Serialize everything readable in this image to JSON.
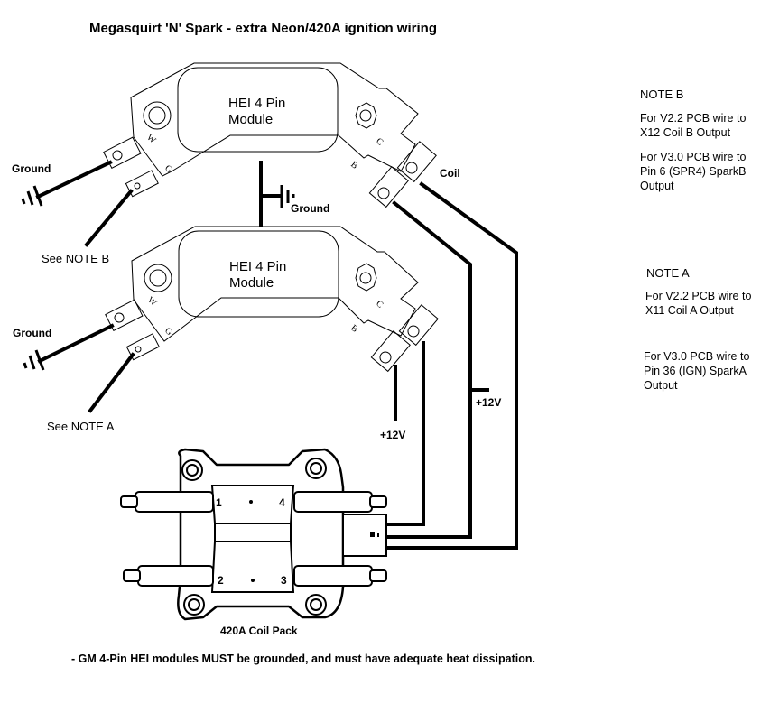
{
  "title": "Megasquirt 'N' Spark - extra Neon/420A ignition wiring",
  "modules": [
    {
      "label": "HEI 4 Pin\nModule",
      "pins": {
        "w": "W",
        "g": "G",
        "b": "B",
        "c": "C"
      }
    },
    {
      "label": "HEI 4 Pin\nModule",
      "pins": {
        "w": "W",
        "g": "G",
        "b": "B",
        "c": "C"
      }
    }
  ],
  "labels": {
    "ground_top": "Ground",
    "ground_middle": "Ground",
    "ground_bottom": "Ground",
    "see_note_b": "See NOTE B",
    "see_note_a": "See NOTE A",
    "coil": "Coil",
    "plus12v_a": "+12V",
    "plus12v_b": "+12V",
    "coil_pack": "420A Coil Pack"
  },
  "coil_pack": {
    "towers": [
      "1",
      "4",
      "2",
      "3"
    ]
  },
  "notes": {
    "note_b": {
      "heading": "NOTE B",
      "v22": "For V2.2 PCB wire to\nX12 Coil B Output",
      "v30": "For V3.0 PCB wire to\nPin 6  (SPR4) SparkB\nOutput"
    },
    "note_a": {
      "heading": "NOTE A",
      "v22": "For V2.2 PCB wire to\nX11 Coil A Output",
      "v30": "For V3.0 PCB wire to\nPin 36 (IGN) SparkA\nOutput"
    }
  },
  "footer": "- GM 4-Pin HEI modules MUST be grounded, and must have adequate heat dissipation."
}
